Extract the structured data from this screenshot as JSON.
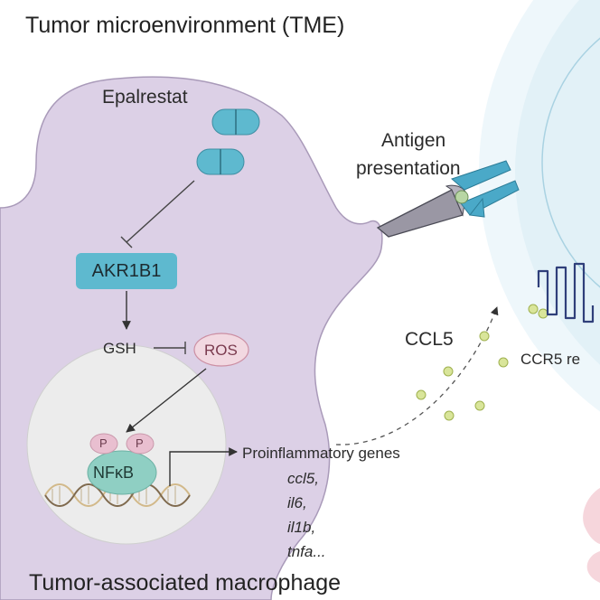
{
  "title": "Tumor microenvironment (TME)",
  "drug": {
    "label": "Epalrestat"
  },
  "enzyme": {
    "label": "AKR1B1"
  },
  "metabolites": {
    "gsh": "GSH",
    "ros": "ROS"
  },
  "nucleus": {
    "phospho_1": "P",
    "phospho_2": "P",
    "tf": "NFκB"
  },
  "genes": {
    "heading": "Proinflammatory genes",
    "list": [
      "ccl5,",
      "il6,",
      "il1b,",
      "tnfa..."
    ]
  },
  "antigen": {
    "line1": "Antigen",
    "line2": "presentation"
  },
  "chemokine": {
    "label": "CCL5"
  },
  "receptor": {
    "label": "CCR5 re"
  },
  "cell": {
    "label": "Tumor-associated macrophage"
  },
  "colors": {
    "macrophage": "#dcd0e6",
    "macrophage_edge": "#a99ab9",
    "nucleus": "#ececec",
    "akr1b1": "#5eb9cf",
    "tcell": "#e7f3f8",
    "ros_fill": "#f2d8e1",
    "ros_edge": "#cc8fa3",
    "phospho": "#e9bfd0",
    "nfkb": "#8fcfc3",
    "ccl5_dots": "#d9e59a",
    "tcr": "#4aa9c8",
    "receptor": "#2f3f7a"
  }
}
